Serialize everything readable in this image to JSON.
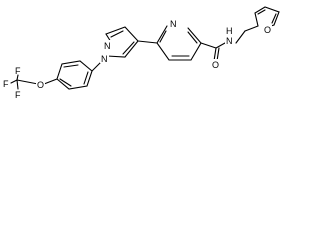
{
  "structure": {
    "atoms": {
      "F_top": "F",
      "F_left": "F",
      "F_bottom": "F",
      "O_ether": "O",
      "N_pyrazole_1": "N",
      "N_pyrazole_2": "N",
      "N_pyridine": "N",
      "O_carbonyl": "O",
      "N_amide": "N",
      "H_amide": "H",
      "O_furan": "O"
    }
  },
  "colors": {
    "bond": "#000000",
    "label": "#000000",
    "background": "#ffffff"
  }
}
